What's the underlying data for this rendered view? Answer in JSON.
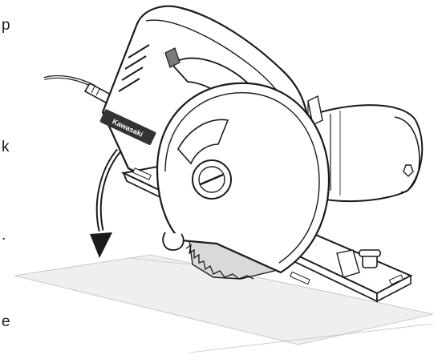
{
  "illustration": {
    "brand_label": "Kawasaki",
    "edge_glyphs": [
      "p",
      "k",
      ".",
      "e"
    ],
    "palette": {
      "line": "#1a1a1a",
      "body_fill": "#ffffff",
      "board_fill": "#efefef",
      "blade_fill": "#d9d9d9",
      "grip_fill": "#7a7a7a",
      "label_fill": "#333333",
      "label_text": "#ffffff"
    },
    "motion_arrow": {
      "direction": "down"
    }
  }
}
